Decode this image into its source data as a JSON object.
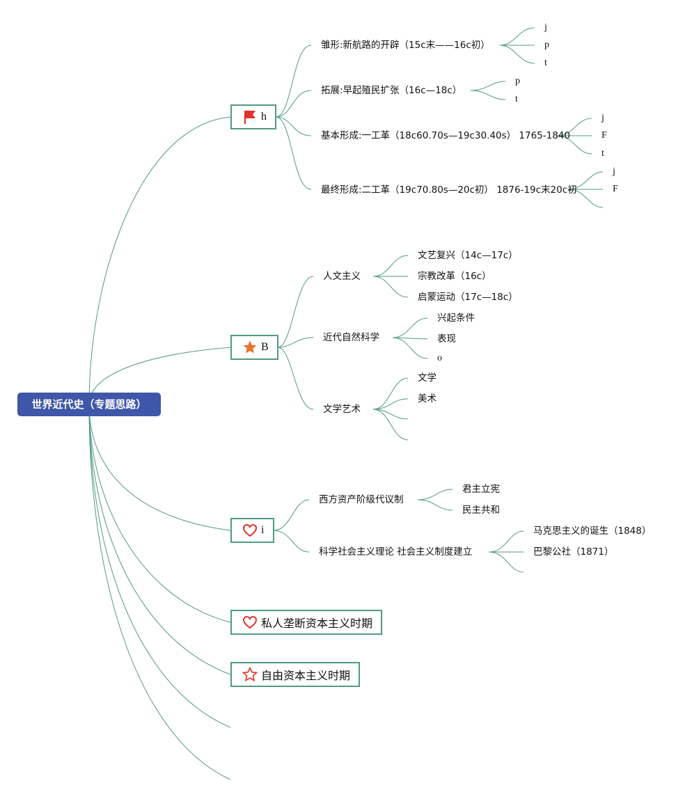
{
  "root": "世界近代史（专题思路）",
  "topics": [
    {
      "icon": "flag-icon",
      "label": "h",
      "children": [
        {
          "label": "雏形:新航路的开辟（15c末——16c初）",
          "children": [
            "j",
            "p",
            "t"
          ]
        },
        {
          "label": "拓展:早起殖民扩张（16c—18c）",
          "children": [
            "p",
            "t"
          ]
        },
        {
          "label": "基本形成:一工革（18c60.70s—19c30.40s） 1765-1840",
          "children": [
            "j",
            "F",
            "t"
          ]
        },
        {
          "label": "最终形成:二工革（19c70.80s—20c初） 1876-19c末20c初",
          "children": [
            "j",
            "F"
          ]
        }
      ]
    },
    {
      "icon": "star-icon",
      "label": "B",
      "children": [
        {
          "label": "人文主义",
          "children": [
            "文艺复兴（14c—17c）",
            "宗教改革（16c）",
            "启蒙运动（17c—18c）"
          ]
        },
        {
          "label": "近代自然科学",
          "children": [
            "兴起条件",
            "表现",
            "o"
          ]
        },
        {
          "label": "文学艺术",
          "children": [
            "文学",
            "美术"
          ]
        }
      ]
    },
    {
      "icon": "heart-icon",
      "label": "i",
      "children": [
        {
          "label": "西方资产阶级代议制",
          "children": [
            "君主立宪",
            "民主共和"
          ]
        },
        {
          "label": "科学社会主义理论 社会主义制度建立",
          "children": [
            "马克思主义的诞生（1848）",
            "巴黎公社（1871）"
          ]
        }
      ]
    },
    {
      "icon": "heart-icon",
      "label": "私人垄断资本主义时期"
    },
    {
      "icon": "star-outline-icon",
      "label": "自由资本主义时期"
    }
  ]
}
